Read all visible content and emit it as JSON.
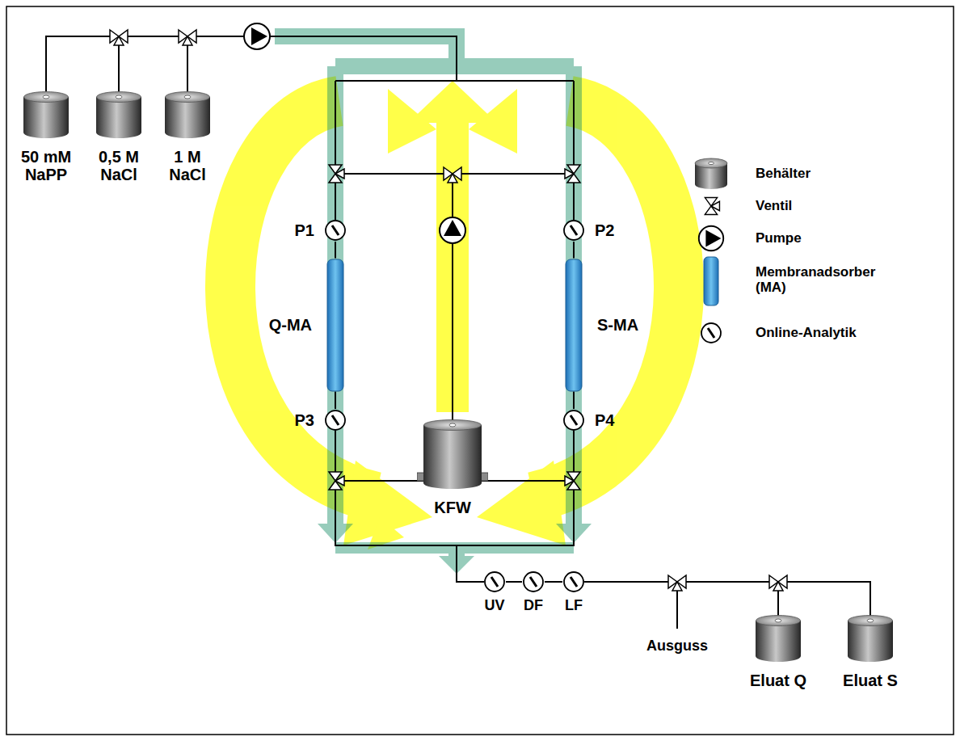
{
  "diagram": {
    "nodes": [
      {
        "text": [
          "50 mM NaPP"
        ]
      },
      {
        "text": [
          "0,5 M NaCl"
        ]
      },
      {
        "text": [
          "1 M NaCl"
        ]
      },
      {
        "text": [
          "P1"
        ]
      },
      {
        "text": [
          "P2"
        ]
      },
      {
        "text": [
          "Q-MA"
        ]
      },
      {
        "text": [
          "S-MA"
        ]
      },
      {
        "text": [
          "P3"
        ]
      },
      {
        "text": [
          "P4"
        ]
      },
      {
        "text": [
          "KFW"
        ]
      },
      {
        "text": [
          "UV"
        ]
      },
      {
        "text": [
          "DF"
        ]
      },
      {
        "text": [
          "LF"
        ]
      },
      {
        "text": [
          "Eluat Q"
        ]
      },
      {
        "text": [
          "Eluat S"
        ]
      }
    ],
    "edges": [
      {
        "from": 3,
        "to": 5,
        "arrow": "none"
      },
      {
        "from": 5,
        "to": 7,
        "arrow": "none"
      },
      {
        "from": 4,
        "to": 6,
        "arrow": "none"
      },
      {
        "from": 6,
        "to": 8,
        "arrow": "none"
      },
      {
        "from": 10,
        "to": 11,
        "arrow": "none"
      },
      {
        "from": 11,
        "to": 12,
        "arrow": "none"
      }
    ],
    "labels": [
      "Ausguss"
    ],
    "legend": [
      {
        "text": "Behälter"
      },
      {
        "text": "Ventil"
      },
      {
        "text": "Pumpe"
      },
      {
        "text": "Membranadsorber (MA)"
      },
      {
        "text": "Online-Analytik"
      }
    ]
  }
}
